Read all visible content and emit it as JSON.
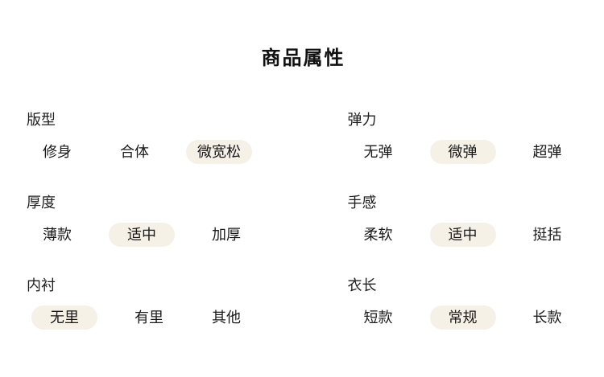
{
  "page": {
    "title": "商品属性",
    "background_color": "#ffffff",
    "text_color": "#1a1a1a",
    "selected_pill_color": "#f5f1e7"
  },
  "groups": [
    {
      "label": "版型",
      "options": [
        {
          "label": "修身",
          "selected": false
        },
        {
          "label": "合体",
          "selected": false
        },
        {
          "label": "微宽松",
          "selected": true
        }
      ]
    },
    {
      "label": "弹力",
      "options": [
        {
          "label": "无弹",
          "selected": false
        },
        {
          "label": "微弹",
          "selected": true
        },
        {
          "label": "超弹",
          "selected": false
        }
      ]
    },
    {
      "label": "厚度",
      "options": [
        {
          "label": "薄款",
          "selected": false
        },
        {
          "label": "适中",
          "selected": true
        },
        {
          "label": "加厚",
          "selected": false
        }
      ]
    },
    {
      "label": "手感",
      "options": [
        {
          "label": "柔软",
          "selected": false
        },
        {
          "label": "适中",
          "selected": true
        },
        {
          "label": "挺括",
          "selected": false
        }
      ]
    },
    {
      "label": "内衬",
      "options": [
        {
          "label": "无里",
          "selected": true
        },
        {
          "label": "有里",
          "selected": false
        },
        {
          "label": "其他",
          "selected": false
        }
      ]
    },
    {
      "label": "衣长",
      "options": [
        {
          "label": "短款",
          "selected": false
        },
        {
          "label": "常规",
          "selected": true
        },
        {
          "label": "长款",
          "selected": false
        }
      ]
    }
  ]
}
